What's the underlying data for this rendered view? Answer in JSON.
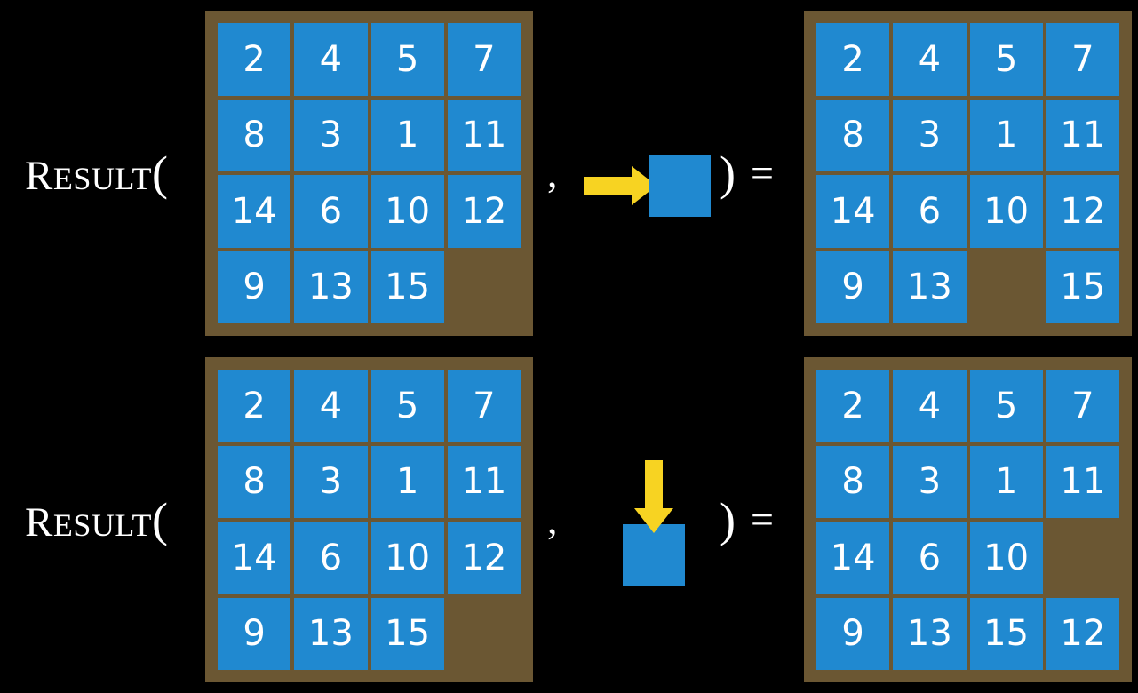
{
  "figure": {
    "background_color": "#000000",
    "tile_color": "#2089d0",
    "frame_color": "#6b5733",
    "arrow_color": "#f7d322",
    "text_color": "#ffffff"
  },
  "labels": {
    "result_cap": "R",
    "result_rest": "ESULT",
    "open_paren": "(",
    "comma": ",",
    "close_paren": ")",
    "equals": "="
  },
  "rows": [
    {
      "id": "row-right-move",
      "move_direction": "right",
      "input_board": {
        "blank_index": 15,
        "cells": [
          "2",
          "4",
          "5",
          "7",
          "8",
          "3",
          "1",
          "11",
          "14",
          "6",
          "10",
          "12",
          "9",
          "13",
          "15",
          ""
        ]
      },
      "output_board": {
        "blank_index": 14,
        "cells": [
          "2",
          "4",
          "5",
          "7",
          "8",
          "3",
          "1",
          "11",
          "14",
          "6",
          "10",
          "12",
          "9",
          "13",
          "",
          "15"
        ]
      }
    },
    {
      "id": "row-down-move",
      "move_direction": "down",
      "input_board": {
        "blank_index": 15,
        "cells": [
          "2",
          "4",
          "5",
          "7",
          "8",
          "3",
          "1",
          "11",
          "14",
          "6",
          "10",
          "12",
          "9",
          "13",
          "15",
          ""
        ]
      },
      "output_board": {
        "blank_index": 11,
        "cells": [
          "2",
          "4",
          "5",
          "7",
          "8",
          "3",
          "1",
          "11",
          "14",
          "6",
          "10",
          "",
          "9",
          "13",
          "15",
          "12"
        ]
      }
    }
  ]
}
